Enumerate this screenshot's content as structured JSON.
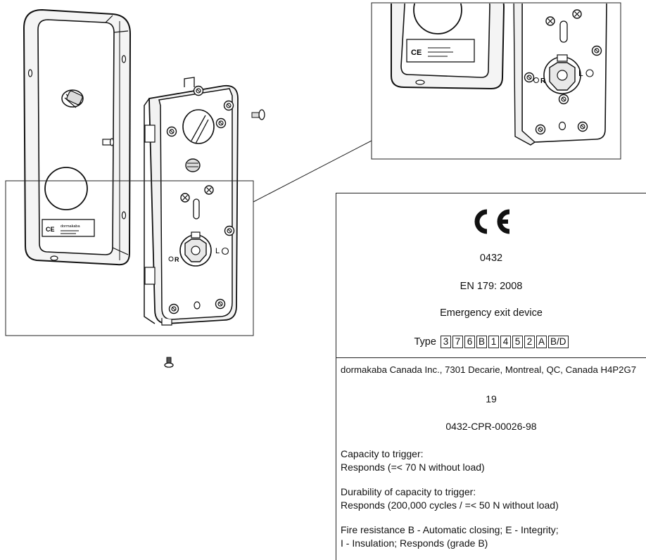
{
  "certification": {
    "notified_body": "0432",
    "standard": "EN 179: 2008",
    "device": "Emergency exit device",
    "type_label": "Type",
    "type_code": [
      "3",
      "7",
      "6",
      "B",
      "1",
      "4",
      "5",
      "2",
      "A",
      "B/D"
    ]
  },
  "manufacturer": "dormakaba Canada Inc., 7301 Decarie, Montreal, QC, Canada H4P2G7",
  "year": "19",
  "certificate_number": "0432-CPR-00026-98",
  "properties": [
    {
      "line1": "Capacity to trigger:",
      "line2": "Responds (=< 70 N without load)"
    },
    {
      "line1": "Durability of capacity to trigger:",
      "line2": "Responds (200,000 cycles / =< 50 N without load)"
    },
    {
      "line1": "Fire resistance B - Automatic closing; E - Integrity;",
      "line2": "I - Insulation; Responds (grade B)"
    }
  ],
  "label_plate": {
    "line1": "dormakaba",
    "mark": "CE"
  },
  "side_labels": {
    "right": "R",
    "left": "L"
  }
}
